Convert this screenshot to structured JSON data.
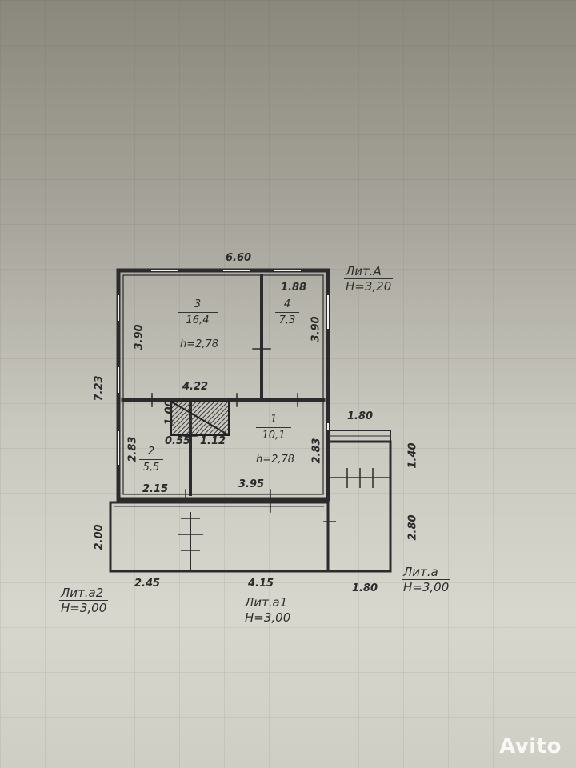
{
  "literas": [
    {
      "name": "Лит.А",
      "height": "Н=3,20"
    },
    {
      "name": "Лит.а",
      "height": "Н=3,00"
    },
    {
      "name": "Лит.а2",
      "height": "Н=3,00"
    },
    {
      "name": "Лит.а1",
      "height": "Н=3,00"
    }
  ],
  "rooms": [
    {
      "number": "3",
      "area": "16,4",
      "height": "h=2,78"
    },
    {
      "number": "4",
      "area": "7,3"
    },
    {
      "number": "1",
      "area": "10,1",
      "height": "h=2,78"
    },
    {
      "number": "2",
      "area": "5,5"
    }
  ],
  "dimensions": {
    "top_width": "6.60",
    "left_height": "7.23",
    "room3_height": "3.90",
    "room4_width": "1.88",
    "room4_height": "3.90",
    "corridor_width": "4.22",
    "stove_height": "1.00",
    "stove_offset": "0.55",
    "stove_width": "1.12",
    "room2_height": "2.83",
    "room2_width": "2.15",
    "room1_height": "2.83",
    "room1_width": "3.95",
    "porch_width": "1.80",
    "porch_depth": "1.40",
    "veranda_right_height": "2.80",
    "veranda_left_height": "2.00",
    "bottom_left": "2.45",
    "bottom_mid": "4.15",
    "bottom_right": "1.80"
  },
  "watermark": "Avito"
}
